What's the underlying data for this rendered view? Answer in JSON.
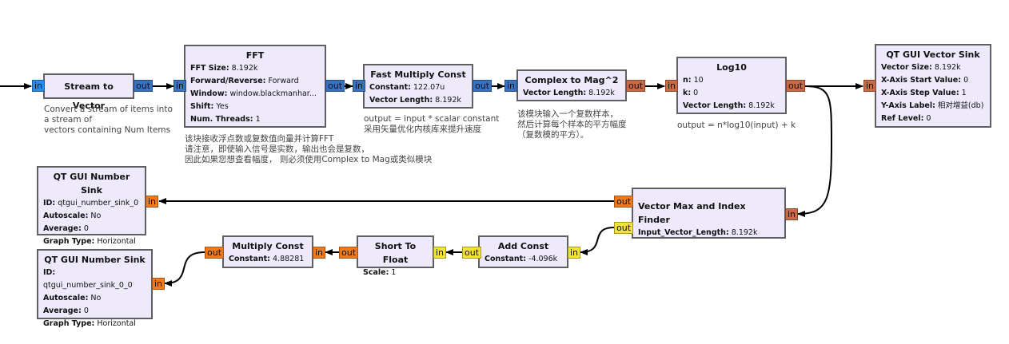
{
  "colors": {
    "block_bg": "#eeeafc",
    "block_border": "#606060",
    "port_float": "#f07a1e",
    "port_complex": "#3a72c2",
    "port_complex_stream": "#2a8ce8",
    "port_float_vector": "#c86a45",
    "port_short": "#f2e23a",
    "wire": "#000000"
  },
  "port_labels": {
    "in": "in",
    "out": "out"
  },
  "blocks": {
    "stream_to_vector": {
      "title": "Stream to Vector",
      "comment": "Convert a stream of items into\na stream of\nvectors containing Num Items"
    },
    "fft": {
      "title": "FFT",
      "params": [
        {
          "key": "FFT Size:",
          "value": "8.192k"
        },
        {
          "key": "Forward/Reverse:",
          "value": "Forward"
        },
        {
          "key": "Window:",
          "value": "window.blackmanhar..."
        },
        {
          "key": "Shift:",
          "value": "Yes"
        },
        {
          "key": "Num. Threads:",
          "value": "1"
        }
      ],
      "comment": "该块接收浮点数或复数值向量并计算FFT\n请注意，即使输入信号是实数，输出也会是复数，\n因此如果您想查看幅度， 则必须使用Complex to Mag或类似模块"
    },
    "fast_multiply_const": {
      "title": "Fast Multiply Const",
      "params": [
        {
          "key": "Constant:",
          "value": "122.07u"
        },
        {
          "key": "Vector Length:",
          "value": "8.192k"
        }
      ],
      "comment": "output = input * scalar constant\n采用矢量优化内核库来提升速度"
    },
    "complex_to_mag2": {
      "title": "Complex to Mag^2",
      "params": [
        {
          "key": "Vector Length:",
          "value": "8.192k"
        }
      ],
      "comment": "该模块输入一个复数样本，\n然后计算每个样本的平方幅度\n（复数模的平方）。"
    },
    "log10": {
      "title": "Log10",
      "params": [
        {
          "key": "n:",
          "value": "10"
        },
        {
          "key": "k:",
          "value": "0"
        },
        {
          "key": "Vector Length:",
          "value": "8.192k"
        }
      ],
      "comment": "output = n*log10(input) + k"
    },
    "qt_vector_sink": {
      "title": "QT GUI Vector Sink",
      "params": [
        {
          "key": "Vector Size:",
          "value": "8.192k"
        },
        {
          "key": "X-Axis Start Value:",
          "value": "0"
        },
        {
          "key": "X-Axis Step Value:",
          "value": "1"
        },
        {
          "key": "Y-Axis Label:",
          "value": "相对增益(db)"
        },
        {
          "key": "Ref Level:",
          "value": "0"
        }
      ]
    },
    "number_sink_0": {
      "title": "QT GUI Number Sink",
      "params": [
        {
          "key": "ID:",
          "value": "qtgui_number_sink_0"
        },
        {
          "key": "Autoscale:",
          "value": "No"
        },
        {
          "key": "Average:",
          "value": "0"
        },
        {
          "key": "Graph Type:",
          "value": "Horizontal"
        }
      ]
    },
    "vector_max_index": {
      "title": "Vector Max and Index Finder",
      "params": [
        {
          "key": "Input_Vector_Length:",
          "value": "8.192k"
        }
      ]
    },
    "add_const": {
      "title": "Add Const",
      "params": [
        {
          "key": "Constant:",
          "value": "-4.096k"
        }
      ]
    },
    "short_to_float": {
      "title": "Short To Float",
      "params": [
        {
          "key": "Scale:",
          "value": "1"
        }
      ]
    },
    "multiply_const": {
      "title": "Multiply Const",
      "params": [
        {
          "key": "Constant:",
          "value": "4.88281"
        }
      ]
    },
    "number_sink_0_0": {
      "title": "QT GUI Number Sink",
      "params": [
        {
          "key": "ID:",
          "value": "qtgui_number_sink_0_0"
        },
        {
          "key": "Autoscale:",
          "value": "No"
        },
        {
          "key": "Average:",
          "value": "0"
        },
        {
          "key": "Graph Type:",
          "value": "Horizontal"
        }
      ]
    }
  }
}
